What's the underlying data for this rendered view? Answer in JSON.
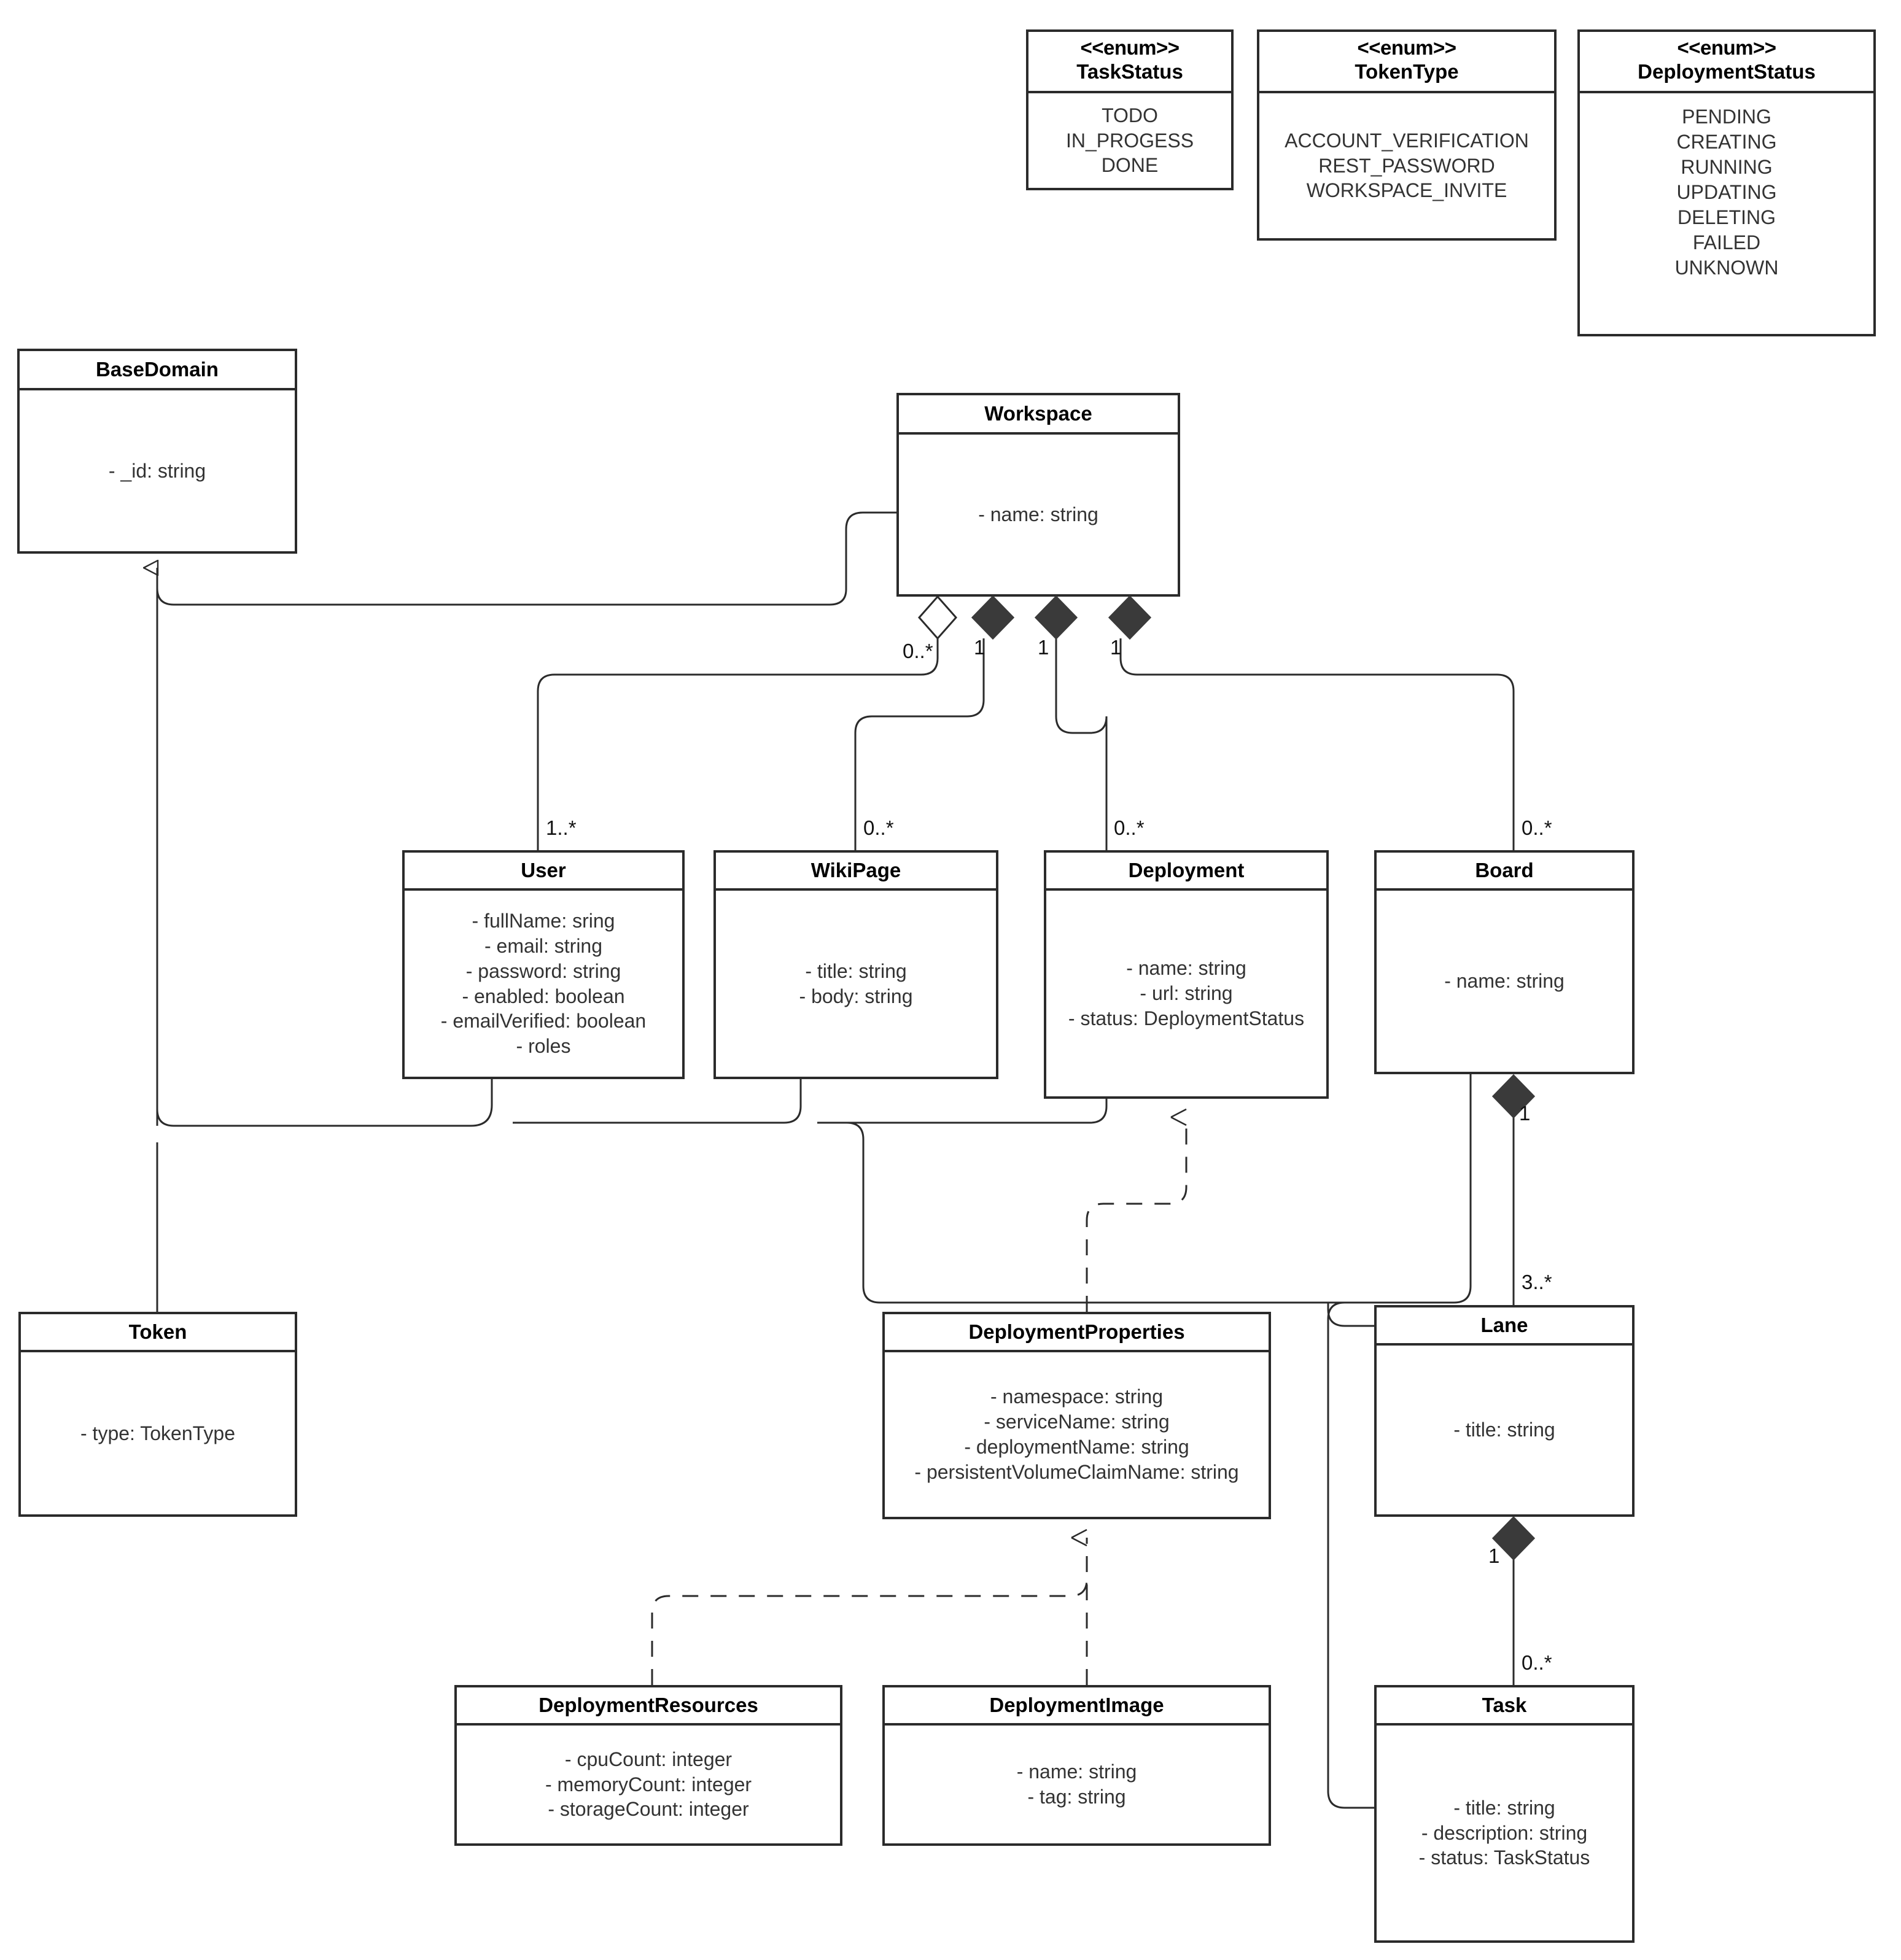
{
  "diagram": {
    "kind": "uml-class-diagram",
    "background": "#ffffff",
    "line_color": "#2b2b2b",
    "text_color": "#333333"
  },
  "enums": [
    {
      "id": "TaskStatus",
      "stereotype": "<<enum>>",
      "name": "TaskStatus",
      "values": [
        "TODO",
        "IN_PROGESS",
        "DONE"
      ]
    },
    {
      "id": "TokenType",
      "stereotype": "<<enum>>",
      "name": "TokenType",
      "values": [
        "ACCOUNT_VERIFICATION",
        "REST_PASSWORD",
        "WORKSPACE_INVITE"
      ]
    },
    {
      "id": "DeploymentStatus",
      "stereotype": "<<enum>>",
      "name": "DeploymentStatus",
      "values": [
        "PENDING",
        "CREATING",
        "RUNNING",
        "UPDATING",
        "DELETING",
        "FAILED",
        "UNKNOWN"
      ]
    }
  ],
  "classes": [
    {
      "id": "BaseDomain",
      "name": "BaseDomain",
      "attributes": [
        "- _id: string"
      ]
    },
    {
      "id": "Workspace",
      "name": "Workspace",
      "attributes": [
        "- name: string"
      ]
    },
    {
      "id": "User",
      "name": "User",
      "attributes": [
        "- fullName: sring",
        "- email: string",
        "- password: string",
        "- enabled: boolean",
        "- emailVerified: boolean",
        "- roles"
      ]
    },
    {
      "id": "WikiPage",
      "name": "WikiPage",
      "attributes": [
        "- title: string",
        "- body: string"
      ]
    },
    {
      "id": "Deployment",
      "name": "Deployment",
      "attributes": [
        "- name: string",
        "- url: string",
        "- status: DeploymentStatus"
      ]
    },
    {
      "id": "Board",
      "name": "Board",
      "attributes": [
        "- name: string"
      ]
    },
    {
      "id": "Token",
      "name": "Token",
      "attributes": [
        "- type: TokenType"
      ]
    },
    {
      "id": "DeploymentProperties",
      "name": "DeploymentProperties",
      "attributes": [
        "- namespace: string",
        "- serviceName: string",
        "- deploymentName: string",
        "- persistentVolumeClaimName: string"
      ]
    },
    {
      "id": "Lane",
      "name": "Lane",
      "attributes": [
        "- title: string"
      ]
    },
    {
      "id": "DeploymentResources",
      "name": "DeploymentResources",
      "attributes": [
        "- cpuCount: integer",
        "- memoryCount: integer",
        "- storageCount: integer"
      ]
    },
    {
      "id": "DeploymentImage",
      "name": "DeploymentImage",
      "attributes": [
        "- name: string",
        "- tag: string"
      ]
    },
    {
      "id": "Task",
      "name": "Task",
      "attributes": [
        "- title: string",
        "- description: string",
        "- status: TaskStatus"
      ]
    }
  ],
  "multiplicities": {
    "workspace_user_near": "0..*",
    "workspace_wikipage_near": "1",
    "workspace_deployment_near": "1",
    "workspace_board_near": "1",
    "user_far": "1..*",
    "wikipage_far": "0..*",
    "deployment_far": "0..*",
    "board_far": "0..*",
    "board_lane_near": "1",
    "lane_far": "3..*",
    "lane_task_near": "1",
    "task_far": "0..*"
  },
  "relationships": [
    {
      "from": "Workspace",
      "to": "User",
      "type": "aggregation",
      "near": "0..*",
      "far": "1..*"
    },
    {
      "from": "Workspace",
      "to": "WikiPage",
      "type": "composition",
      "near": "1",
      "far": "0..*"
    },
    {
      "from": "Workspace",
      "to": "Deployment",
      "type": "composition",
      "near": "1",
      "far": "0..*"
    },
    {
      "from": "Workspace",
      "to": "Board",
      "type": "composition",
      "near": "1",
      "far": "0..*"
    },
    {
      "from": "Board",
      "to": "Lane",
      "type": "composition",
      "near": "1",
      "far": "3..*"
    },
    {
      "from": "Lane",
      "to": "Task",
      "type": "composition",
      "near": "1",
      "far": "0..*"
    },
    {
      "from": "Workspace",
      "to": "BaseDomain",
      "type": "generalization"
    },
    {
      "from": "User",
      "to": "BaseDomain",
      "type": "generalization"
    },
    {
      "from": "WikiPage",
      "to": "BaseDomain",
      "type": "generalization"
    },
    {
      "from": "Deployment",
      "to": "BaseDomain",
      "type": "generalization"
    },
    {
      "from": "Board",
      "to": "BaseDomain",
      "type": "generalization"
    },
    {
      "from": "Token",
      "to": "BaseDomain",
      "type": "generalization"
    },
    {
      "from": "Lane",
      "to": "BaseDomain",
      "type": "generalization"
    },
    {
      "from": "Task",
      "to": "BaseDomain",
      "type": "generalization"
    },
    {
      "from": "DeploymentProperties",
      "to": "Deployment",
      "type": "realization"
    },
    {
      "from": "DeploymentResources",
      "to": "DeploymentProperties",
      "type": "realization"
    },
    {
      "from": "DeploymentImage",
      "to": "DeploymentProperties",
      "type": "realization"
    }
  ]
}
